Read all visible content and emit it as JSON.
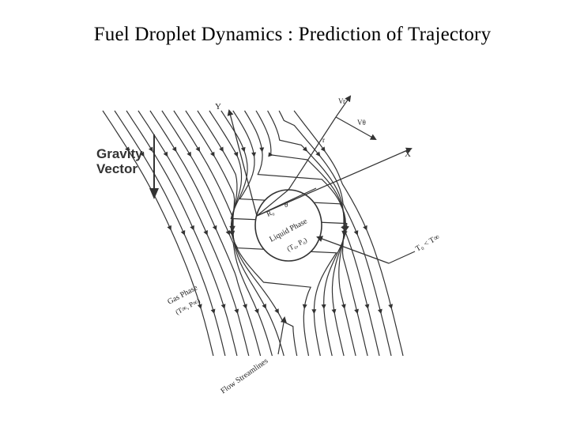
{
  "title": "Fuel Droplet Dynamics : Prediction of Trajectory",
  "gravity": {
    "line1": "Gravity",
    "line2": "Vector"
  },
  "axes": {
    "y": "Y",
    "x": "X",
    "vr": "Vr",
    "vtheta": "Vθ",
    "r": "r"
  },
  "droplet": {
    "radius": "R₀",
    "angle": "θ",
    "phase": "Liquid Phase",
    "state": "(T₀, P₀)"
  },
  "surface_temp": "T₀ < T∞",
  "gas": {
    "phase": "Gas Phase",
    "state": "(T∞, P∞)"
  },
  "streamlines": "Flow Streamlines"
}
